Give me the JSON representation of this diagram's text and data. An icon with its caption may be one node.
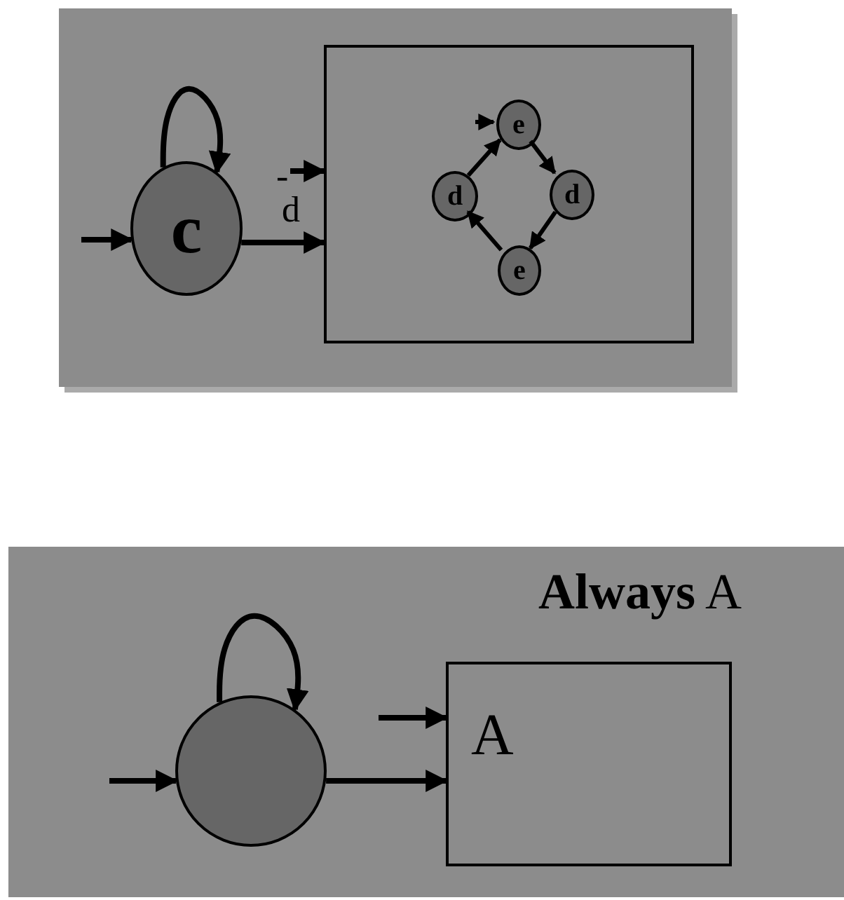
{
  "diagram": {
    "nodes": [
      {
        "text": [],
        "shape": "box"
      },
      {
        "text": [
          "c"
        ],
        "in": 0
      },
      {
        "text": [],
        "shape": "box",
        "in": 0
      },
      {
        "text": [
          "e"
        ],
        "in": 2
      },
      {
        "text": [
          "d"
        ],
        "in": 2
      },
      {
        "text": [
          "e"
        ],
        "in": 2
      },
      {
        "text": [
          "d"
        ],
        "in": 2
      },
      {
        "text": [
          "**Always** A"
        ]
      },
      {
        "text": [],
        "shape": "circle",
        "in": 7
      },
      {
        "text": [
          "A"
        ],
        "in": 7
      }
    ],
    "edges": [
      {
        "from": null,
        "to": 1,
        "arrow": "to"
      },
      {
        "from": 1,
        "to": 1,
        "arrow": "to"
      },
      {
        "from": 1,
        "to": 2,
        "arrow": "to",
        "label": "d"
      },
      {
        "from": null,
        "to": 2,
        "arrow": "to",
        "label": "-"
      },
      {
        "from": null,
        "to": 3,
        "arrow": "to"
      },
      {
        "from": 3,
        "to": 4,
        "arrow": "to"
      },
      {
        "from": 4,
        "to": 5,
        "arrow": "to"
      },
      {
        "from": 5,
        "to": 6,
        "arrow": "to"
      },
      {
        "from": 6,
        "to": 3,
        "arrow": "to"
      },
      {
        "from": null,
        "to": 8,
        "arrow": "to"
      },
      {
        "from": 8,
        "to": 8,
        "arrow": "to"
      },
      {
        "from": 8,
        "to": 9,
        "arrow": "to"
      },
      {
        "from": null,
        "to": 9,
        "arrow": "to"
      }
    ]
  }
}
